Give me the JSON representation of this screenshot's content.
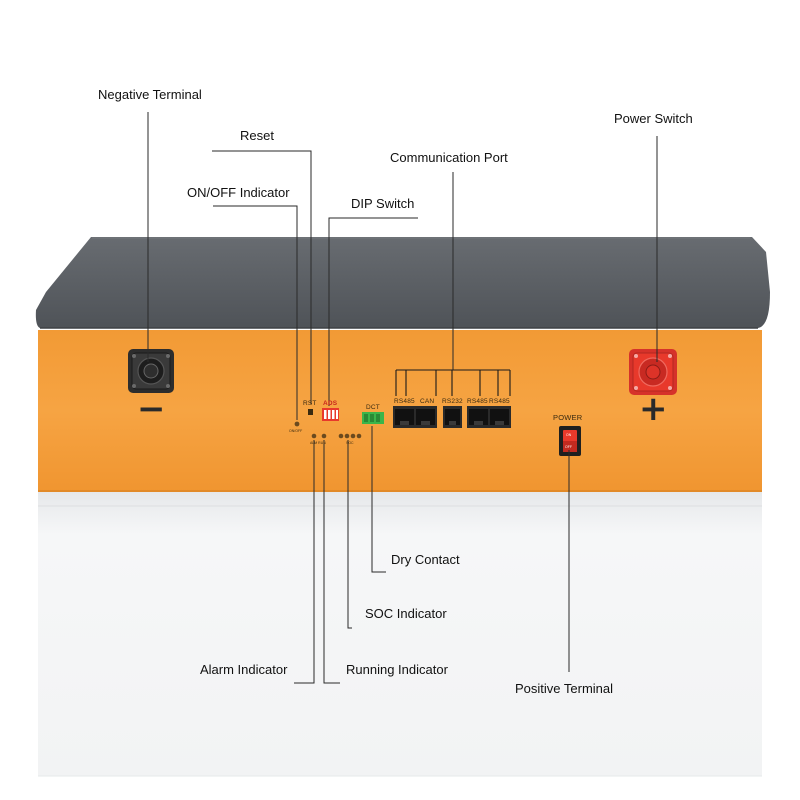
{
  "callouts": {
    "negative_terminal": "Negative Terminal",
    "reset": "Reset",
    "on_off_indicator": "ON/OFF Indicator",
    "dip_switch": "DIP Switch",
    "communication_port": "Communication Port",
    "power_switch": "Power Switch",
    "dry_contact": "Dry Contact",
    "soc_indicator": "SOC Indicator",
    "alarm_indicator": "Alarm Indicator",
    "running_indicator": "Running Indicator",
    "positive_terminal": "Positive Terminal"
  },
  "panel": {
    "rst": "RST",
    "ads": "ADS",
    "dct": "DCT",
    "rs485_1": "RS485",
    "can": "CAN",
    "rs232": "RS232",
    "rs485_2": "RS485",
    "rs485_3": "RS485",
    "power": "POWER",
    "minus_sign": "−",
    "plus_sign": "+",
    "on_off_mark": "ON/OFF",
    "alm_run_mark": "ALM RUN",
    "soc_mark": "SOC",
    "switch_on": "ON",
    "switch_off": "OFF"
  },
  "colors": {
    "lid": "#5a5e63",
    "body": "#f5a03c",
    "base": "#f4f5f6",
    "positive_terminal": "#e8392b",
    "negative_terminal": "#2d2d2d",
    "power_switch": "#e8392b",
    "dry_contact": "#3bb54a",
    "dip_switch": "#e8392b"
  }
}
